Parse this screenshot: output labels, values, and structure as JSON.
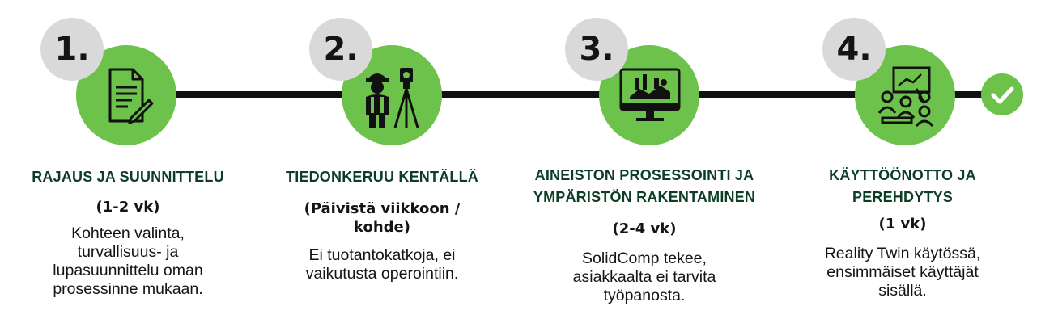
{
  "colors": {
    "accent": "#6cc24a",
    "badge": "#d9d9d9",
    "heading": "#0d3d26",
    "line": "#111111"
  },
  "steps": [
    {
      "number": "1.",
      "icon": "document-pencil-icon",
      "title": "RAJAUS JA SUUNNITTELU",
      "duration": "(1-2 vk)",
      "description": [
        "Kohteen valinta,",
        "turvallisuus- ja",
        "lupasuunnittelu oman",
        "prosessinne mukaan."
      ]
    },
    {
      "number": "2.",
      "icon": "surveyor-icon",
      "title": "TIEDONKERUU KENTÄLLÄ",
      "duration": [
        "(Päivistä viikkoon /",
        "kohde)"
      ],
      "description": [
        "Ei tuotantokatkoja, ei",
        "vaikutusta operointiin."
      ]
    },
    {
      "number": "3.",
      "icon": "monitor-factory-icon",
      "title": [
        "AINEISTON PROSESSOINTI JA",
        "YMPÄRISTÖN RAKENTAMINEN"
      ],
      "duration": "(2-4 vk)",
      "description": [
        "SolidComp tekee,",
        "asiakkaalta ei tarvita",
        "työpanosta."
      ]
    },
    {
      "number": "4.",
      "icon": "training-meeting-icon",
      "title": [
        "KÄYTTÖÖNOTTO JA",
        "PEREHDYTYS"
      ],
      "duration": "(1 vk)",
      "description": [
        "Reality Twin käytössä,",
        "ensimmäiset käyttäjät",
        "sisällä."
      ]
    }
  ],
  "end_marker": "checkmark-icon"
}
